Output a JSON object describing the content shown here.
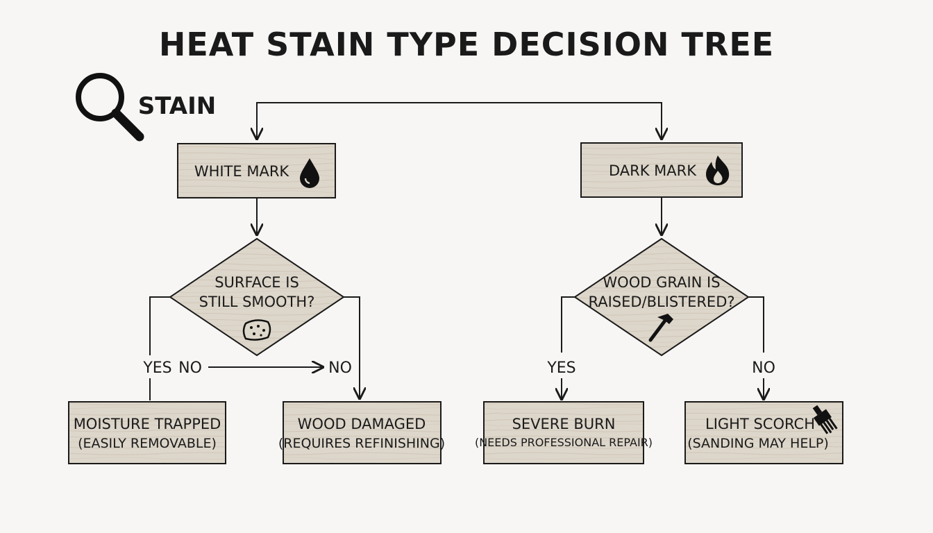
{
  "title": "HEAT STAIN TYPE DECISION TREE",
  "start": {
    "label": "STAIN",
    "icon": "magnifier-icon"
  },
  "nodes": {
    "white_mark": {
      "label": "WHITE MARK",
      "icon": "water-drop-icon"
    },
    "dark_mark": {
      "label": "DARK MARK",
      "icon": "flame-icon"
    },
    "smooth_question": {
      "line1": "SURFACE IS",
      "line2": "STILL SMOOTH?",
      "icon": "sponge-icon"
    },
    "grain_question": {
      "line1": "WOOD GRAIN IS",
      "line2": "RAISED/BLISTERED?",
      "icon": "hammer-icon"
    },
    "moisture": {
      "line1": "MOISTURE TRAPPED",
      "line2": "(EASILY REMOVABLE)"
    },
    "wood_damaged": {
      "line1": "WOOD DAMAGED",
      "line2": "(REQUIRES REFINISHING)"
    },
    "severe_burn": {
      "line1": "SEVERE BURN",
      "line2": "(NEEDS PROFESSIONAL REPAIR)"
    },
    "light_scorch": {
      "line1": "LIGHT SCORCH",
      "line2": "(SANDING MAY HELP)",
      "icon": "sanding-brush-icon"
    }
  },
  "branch_labels": {
    "left_yes": "YES",
    "left_no": "NO",
    "left_no_target": "NO",
    "right_yes": "YES",
    "right_no": "NO"
  },
  "colors": {
    "wood": "#ddd6ca",
    "wood_grain": "#cfc6b7",
    "ink": "#1a1a1a",
    "background": "#f7f6f4"
  }
}
